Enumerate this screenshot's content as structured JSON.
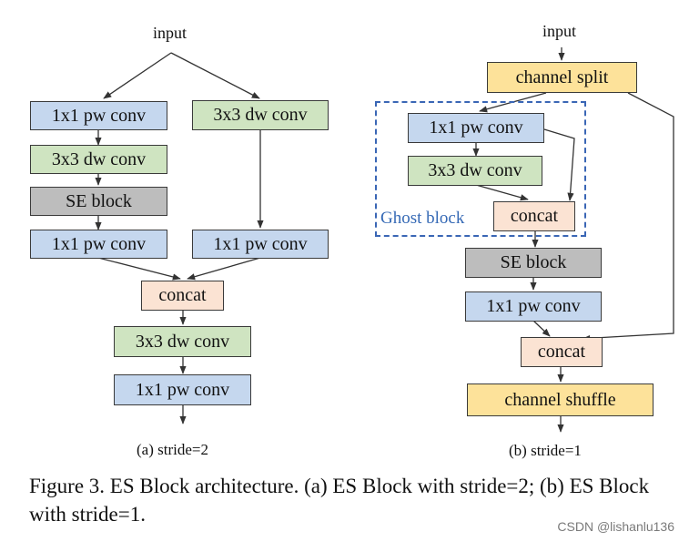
{
  "diagram_a": {
    "input_label": "input",
    "left_pw1": "1x1 pw conv",
    "left_dw": "3x3 dw conv",
    "left_se": "SE block",
    "left_pw2": "1x1 pw conv",
    "right_dw": "3x3 dw conv",
    "right_pw": "1x1 pw conv",
    "concat": "concat",
    "bottom_dw": "3x3 dw conv",
    "bottom_pw": "1x1 pw conv",
    "sublabel": "(a) stride=2"
  },
  "diagram_b": {
    "input_label": "input",
    "channel_split": "channel split",
    "ghost_pw": "1x1 pw conv",
    "ghost_dw": "3x3 dw conv",
    "ghost_label": "Ghost block",
    "ghost_concat": "concat",
    "se": "SE block",
    "pw": "1x1 pw conv",
    "concat": "concat",
    "channel_shuffle": "channel shuffle",
    "sublabel": "(b) stride=1"
  },
  "caption": "Figure 3. ES Block architecture.  (a) ES Block with stride=2; (b) ES Block with stride=1.",
  "watermark": "CSDN @lishanlu136",
  "colors": {
    "pw_conv": "#c5d7ee",
    "dw_conv": "#cfe4c1",
    "se_block": "#bdbdbd",
    "concat": "#fbe3d3",
    "channel_ops": "#fde29a",
    "ghost_frame": "#3a66b5",
    "lines": "#333333"
  }
}
